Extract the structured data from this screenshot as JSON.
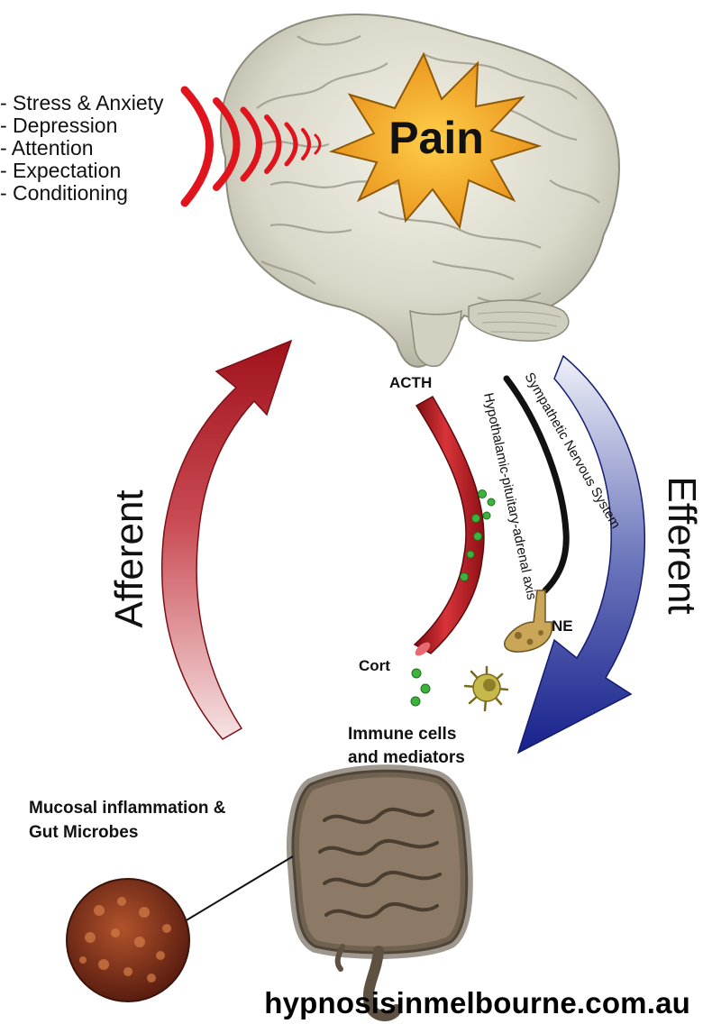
{
  "factors": [
    "- Stress & Anxiety",
    "- Depression",
    "- Attention",
    "- Expectation",
    "- Conditioning"
  ],
  "brain": {
    "pain_label": "Pain"
  },
  "pathways": {
    "afferent": "Afferent",
    "efferent": "Efferent",
    "acth": "ACTH",
    "hpa_axis": "Hypothalamic-pituitary-adrenal axis",
    "sns": "Sympathetic Nervous System",
    "ne": "NE",
    "cort": "Cort"
  },
  "immune": {
    "line1": "Immune cells",
    "line2": "and mediators"
  },
  "gut": {
    "line1": "Mucosal inflammation &",
    "line2": "Gut Microbes"
  },
  "footer": {
    "website": "hypnosisinmelbourne.com.au"
  },
  "colors": {
    "afferent_red": "#b01e24",
    "efferent_blue": "#1d2a9a",
    "pain_star": "#f2a81d",
    "brain": "#e3e1d4",
    "gut": "#7a6a58"
  }
}
